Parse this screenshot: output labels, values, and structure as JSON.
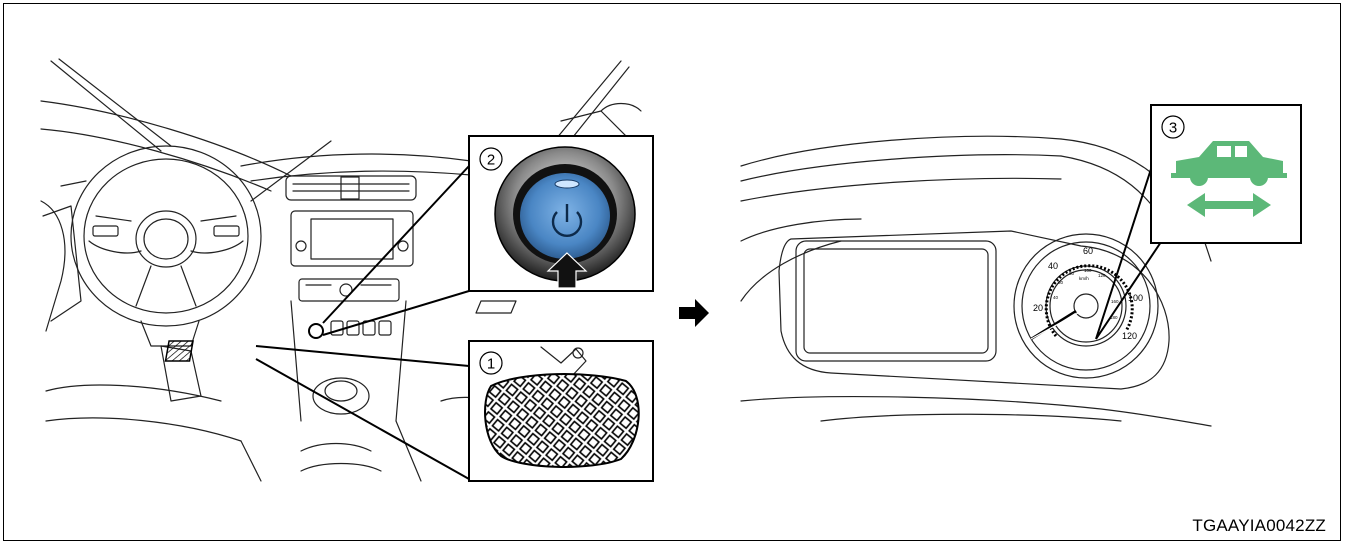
{
  "figure_code": "TGAAYIA0042ZZ",
  "callouts": [
    {
      "number": "1",
      "subject": "brake-pedal"
    },
    {
      "number": "2",
      "subject": "power-switch"
    },
    {
      "number": "3",
      "subject": "ready-indicator"
    }
  ],
  "speedometer": {
    "outer_ticks": [
      "20",
      "40",
      "60",
      "100",
      "120"
    ],
    "inner_ticks": [
      "40",
      "60",
      "80",
      "100",
      "120",
      "160",
      "180"
    ],
    "unit": "km/h"
  },
  "colors": {
    "indicator_green": "#5cb878",
    "button_blue": "#4a86c4",
    "line": "#222222"
  },
  "icons": [
    "power-icon",
    "up-arrow-icon",
    "car-icon",
    "double-arrow-icon",
    "right-arrow-icon"
  ]
}
